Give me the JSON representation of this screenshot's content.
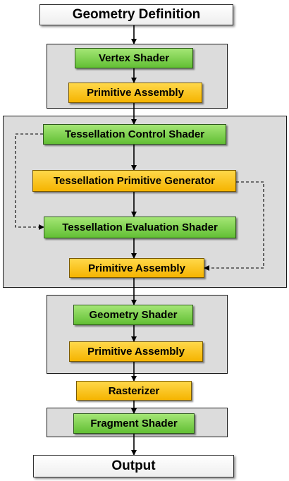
{
  "diagram": {
    "nodes": {
      "geometry_definition": "Geometry Definition",
      "vertex_shader": "Vertex Shader",
      "primitive_assembly_1": "Primitive Assembly",
      "tess_control_shader": "Tessellation Control Shader",
      "tess_primitive_generator": "Tessellation Primitive Generator",
      "tess_evaluation_shader": "Tessellation Evaluation Shader",
      "primitive_assembly_2": "Primitive Assembly",
      "geometry_shader": "Geometry Shader",
      "primitive_assembly_3": "Primitive Assembly",
      "rasterizer": "Rasterizer",
      "fragment_shader": "Fragment Shader",
      "output": "Output"
    },
    "colors": {
      "shader_stage": "#62bf34",
      "fixed_stage": "#f5b400",
      "group_background": "#dcdcdc",
      "endpoint": "#ffffff"
    }
  }
}
